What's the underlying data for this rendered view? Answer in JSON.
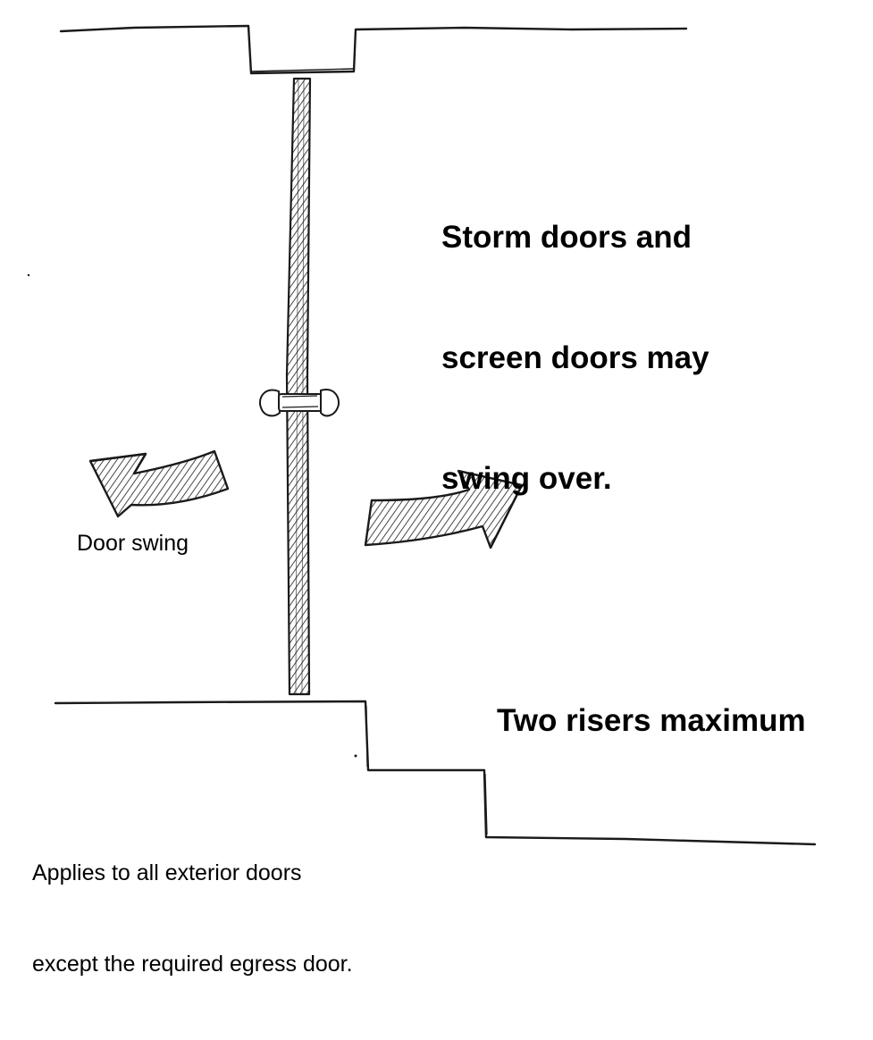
{
  "labels": {
    "storm_doors_line1": "Storm doors and",
    "storm_doors_line2": "screen doors may",
    "storm_doors_line3": "swing over.",
    "risers": "Two risers maximum",
    "door_swing": "Door swing",
    "applies_line1": "Applies to all exterior doors",
    "applies_line2": "except the required egress door."
  },
  "colors": {
    "ink": "#1a1a1a",
    "background": "#ffffff"
  },
  "icons": {
    "left_arrow": "curved-arrow-left-icon",
    "right_arrow": "curved-arrow-right-icon",
    "door_handle": "door-knob-icon"
  }
}
